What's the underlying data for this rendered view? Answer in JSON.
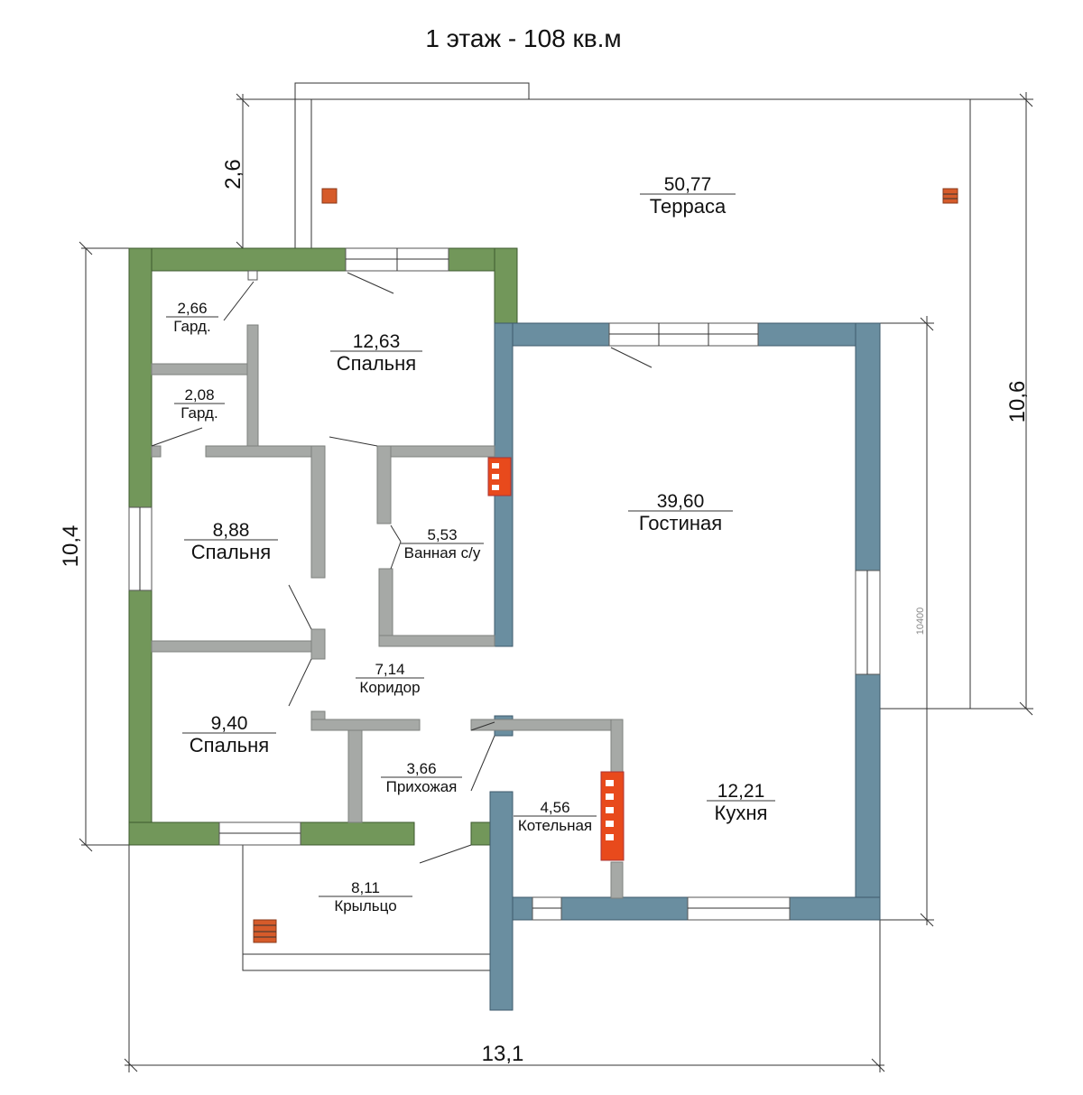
{
  "title": "1 этаж - 108 кв.м",
  "dimensions": {
    "terrace_depth": "2,6",
    "house_depth": "10,4",
    "total_depth": "10,6",
    "width": "13,1",
    "inner_depth_mm": "10400"
  },
  "rooms": [
    {
      "id": "terrace",
      "area": "50,77",
      "name": "Терраса"
    },
    {
      "id": "bedroom-1",
      "area": "12,63",
      "name": "Спальня"
    },
    {
      "id": "wardrobe-1",
      "area": "2,66",
      "name": "Гард."
    },
    {
      "id": "wardrobe-2",
      "area": "2,08",
      "name": "Гард."
    },
    {
      "id": "living-room",
      "area": "39,60",
      "name": "Гостиная"
    },
    {
      "id": "bedroom-2",
      "area": "8,88",
      "name": "Спальня"
    },
    {
      "id": "bathroom",
      "area": "5,53",
      "name": "Ванная с/у"
    },
    {
      "id": "corridor",
      "area": "7,14",
      "name": "Коридор"
    },
    {
      "id": "bedroom-3",
      "area": "9,40",
      "name": "Спальня"
    },
    {
      "id": "hallway",
      "area": "3,66",
      "name": "Прихожая"
    },
    {
      "id": "boiler-room",
      "area": "4,56",
      "name": "Котельная"
    },
    {
      "id": "kitchen",
      "area": "12,21",
      "name": "Кухня"
    },
    {
      "id": "porch",
      "area": "8,11",
      "name": "Крыльцо"
    }
  ]
}
